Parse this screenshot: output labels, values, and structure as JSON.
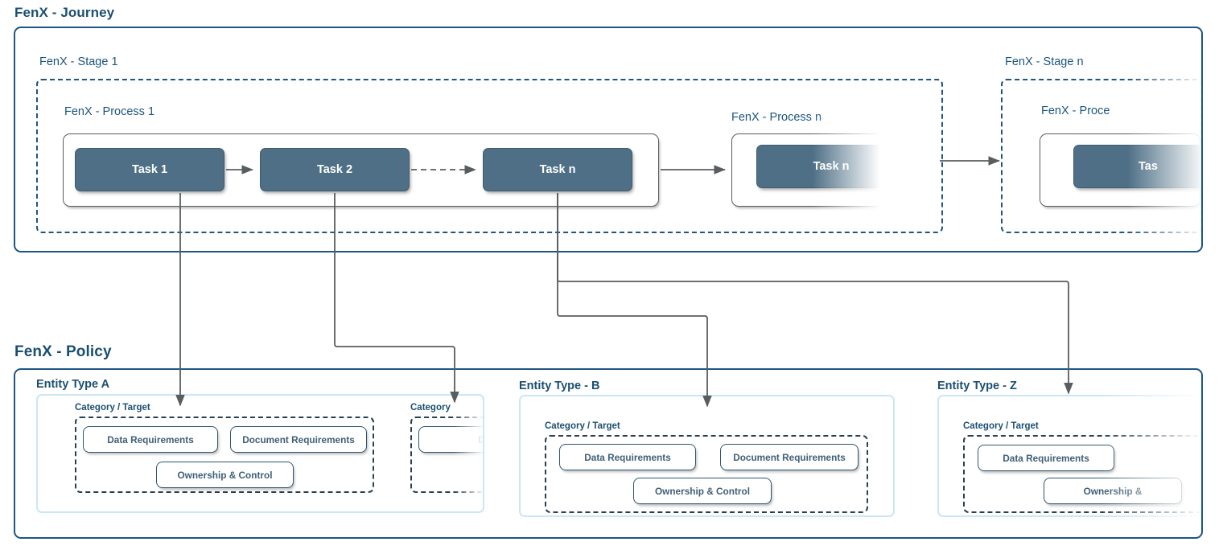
{
  "journey": {
    "title": "FenX - Journey",
    "stages": [
      {
        "label": "FenX - Stage 1",
        "processes": [
          {
            "label": "FenX - Process 1",
            "tasks": [
              "Task 1",
              "Task 2",
              "Task n"
            ]
          },
          {
            "label": "FenX - Process n",
            "tasks": [
              "Task n"
            ]
          }
        ]
      },
      {
        "label": "FenX - Stage n",
        "processes": [
          {
            "label": "FenX - Proce",
            "tasks": [
              "Tas"
            ]
          }
        ]
      }
    ]
  },
  "policy": {
    "title": "FenX - Policy",
    "entities": [
      {
        "label": "Entity Type A",
        "categories": [
          {
            "label": "Category / Target",
            "requirements": [
              "Data Requirements",
              "Document Requirements",
              "Ownership & Control"
            ]
          },
          {
            "label": "Category",
            "requirements": [
              "Dat"
            ]
          }
        ]
      },
      {
        "label": "Entity Type - B",
        "categories": [
          {
            "label": "Category / Target",
            "requirements": [
              "Data Requirements",
              "Document Requirements",
              "Ownership & Control"
            ]
          }
        ]
      },
      {
        "label": "Entity Type - Z",
        "categories": [
          {
            "label": "Category / Target",
            "requirements": [
              "Data Requirements",
              "Ownership &"
            ]
          }
        ]
      }
    ]
  },
  "colors": {
    "frame_blue": "#1f5582",
    "title_navy": "#1b4f72",
    "task_fill": "#4e6f86",
    "entity_border": "#cbe6f5",
    "req_border": "#2e5571",
    "connector_gray": "#585d5f"
  }
}
